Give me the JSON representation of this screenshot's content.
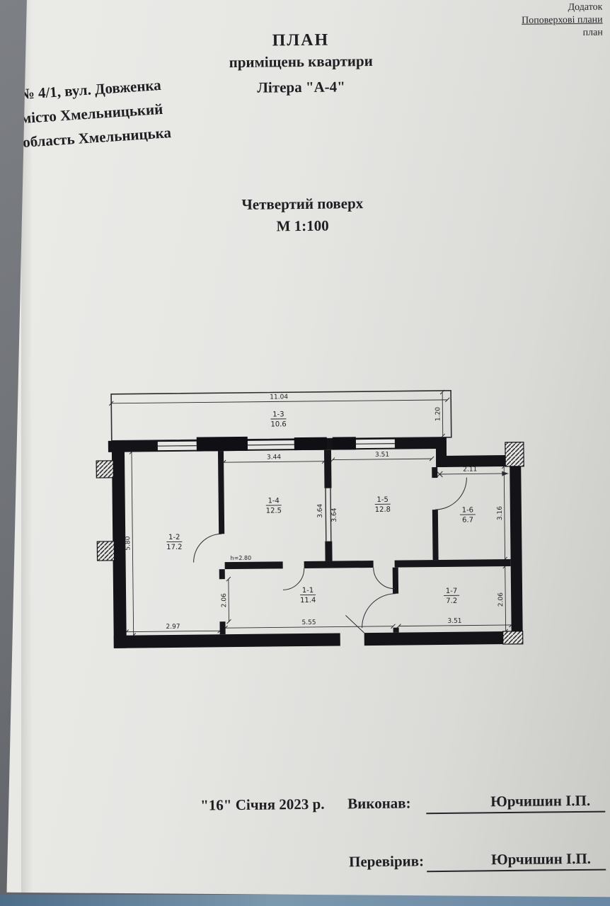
{
  "document": {
    "corner_note": {
      "line1": "Додаток",
      "line2": "Поповерхові плани",
      "line3": "план"
    },
    "title": "ПЛАН",
    "subtitle": "приміщень квартири",
    "litera": "Літера \"А-4\"",
    "address": {
      "line1": "№ 4/1, вул. Довженка",
      "line2": "місто Хмельницький",
      "line3": "область Хмельницька"
    },
    "floor_heading": "Четвертий поверх",
    "scale": "М 1:100",
    "footer": {
      "date": "\"16\" Січня 2023 р.",
      "executor_label": "Виконав:",
      "executor_name": "Юрчишин І.П.",
      "reviewer_label": "Перевірив:",
      "reviewer_name": "Юрчишин І.П."
    }
  },
  "plan": {
    "rooms": [
      {
        "id": "1-1",
        "area": "11.4"
      },
      {
        "id": "1-2",
        "area": "17.2"
      },
      {
        "id": "1-3",
        "area": "10.6"
      },
      {
        "id": "1-4",
        "area": "12.5"
      },
      {
        "id": "1-5",
        "area": "12.8"
      },
      {
        "id": "1-6",
        "area": "6.7"
      },
      {
        "id": "1-7",
        "area": "7.2"
      }
    ],
    "dimensions": {
      "top_width": "11.04",
      "balcony_depth": "1.20",
      "room4_width": "3.44",
      "room5_width": "3.51",
      "room6_width": "2.11",
      "room4_depth": "3.64",
      "room5_depth": "3.64",
      "room6_depth": "3.16",
      "left_height": "5.80",
      "ceiling_height": "h=2.80",
      "opening_left": "2.06",
      "room7_depth": "2.06",
      "room2_width": "2.97",
      "room1_width": "5.55",
      "room7_width": "3.51"
    }
  }
}
